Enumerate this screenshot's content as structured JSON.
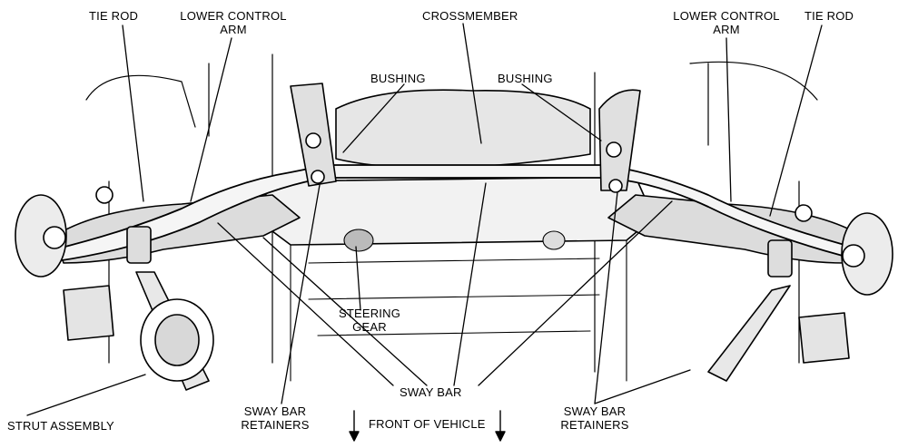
{
  "labels": {
    "tie_rod_left": "TIE ROD",
    "lower_control_arm_left": [
      "LOWER CONTROL",
      "ARM"
    ],
    "crossmember": "CROSSMEMBER",
    "bushing_left": "BUSHING",
    "bushing_right": "BUSHING",
    "lower_control_arm_right": [
      "LOWER CONTROL",
      "ARM"
    ],
    "tie_rod_right": "TIE ROD",
    "steering_gear": [
      "STEERING",
      "GEAR"
    ],
    "sway_bar": "SWAY BAR",
    "strut_assembly": "STRUT ASSEMBLY",
    "sway_bar_retainers_left": [
      "SWAY BAR",
      "RETAINERS"
    ],
    "front_of_vehicle": "FRONT OF VEHICLE",
    "sway_bar_retainers_right": [
      "SWAY BAR",
      "RETAINERS"
    ]
  },
  "colors": {
    "ink": "#000000",
    "paper": "#ffffff",
    "shade": "#d9d9d9"
  }
}
